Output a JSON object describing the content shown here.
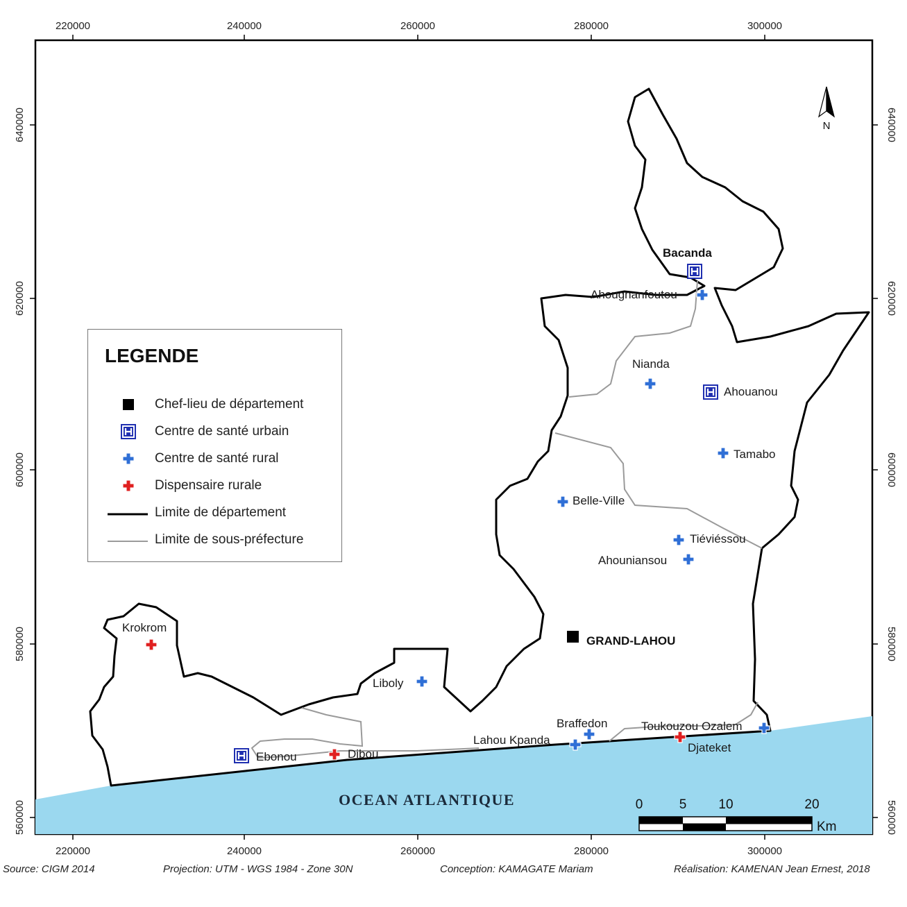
{
  "map": {
    "x_ticks": [
      "220000",
      "240000",
      "260000",
      "280000",
      "300000"
    ],
    "y_ticks": [
      "640000",
      "620000",
      "600000",
      "580000",
      "560000"
    ],
    "ocean_label": "OCEAN ATLANTIQUE",
    "north_label": "N",
    "places": {
      "bacanda": "Bacanda",
      "ahougnanfoutou": "Ahougnanfoutou",
      "nianda": "Nianda",
      "ahouanou": "Ahouanou",
      "tamabo": "Tamabo",
      "belle_ville": "Belle-Ville",
      "tieviessou": "Tiéviéssou",
      "ahouniansou": "Ahouniansou",
      "grand_lahou": "GRAND-LAHOU",
      "krokrom": "Krokrom",
      "liboly": "Liboly",
      "braffedon": "Braffedon",
      "toukouzou": "Toukouzou Ozalem",
      "lahou_kpanda": "Lahou Kpanda",
      "djateket": "Djateket",
      "ebonou": "Ebonou",
      "dibou": "Dibou"
    },
    "colors": {
      "ocean": "#9bd8ef",
      "urban": "#1f2fb0",
      "rural": "#2f6fd6",
      "dispensaire": "#e02020"
    }
  },
  "scale_bar": {
    "labels": [
      "0",
      "5",
      "10",
      "20"
    ],
    "unit": "Km"
  },
  "legend": {
    "title": "LEGENDE",
    "items": [
      {
        "label": "Chef-lieu de département",
        "symbol": "black-square"
      },
      {
        "label": "Centre de santé urbain",
        "symbol": "urban-health-icon"
      },
      {
        "label": "Centre de santé rural",
        "symbol": "rural-health-cross-icon"
      },
      {
        "label": "Dispensaire rurale",
        "symbol": "dispensary-cross-icon"
      },
      {
        "label": "Limite de département",
        "symbol": "black-line"
      },
      {
        "label": "Limite de sous-préfecture",
        "symbol": "grey-line"
      }
    ]
  },
  "footer": {
    "source": "Source: CIGM 2014",
    "projection": "Projection: UTM - WGS 1984 - Zone 30N",
    "conception": "Conception: KAMAGATE Mariam",
    "realisation": "Réalisation: KAMENAN Jean Ernest, 2018"
  }
}
